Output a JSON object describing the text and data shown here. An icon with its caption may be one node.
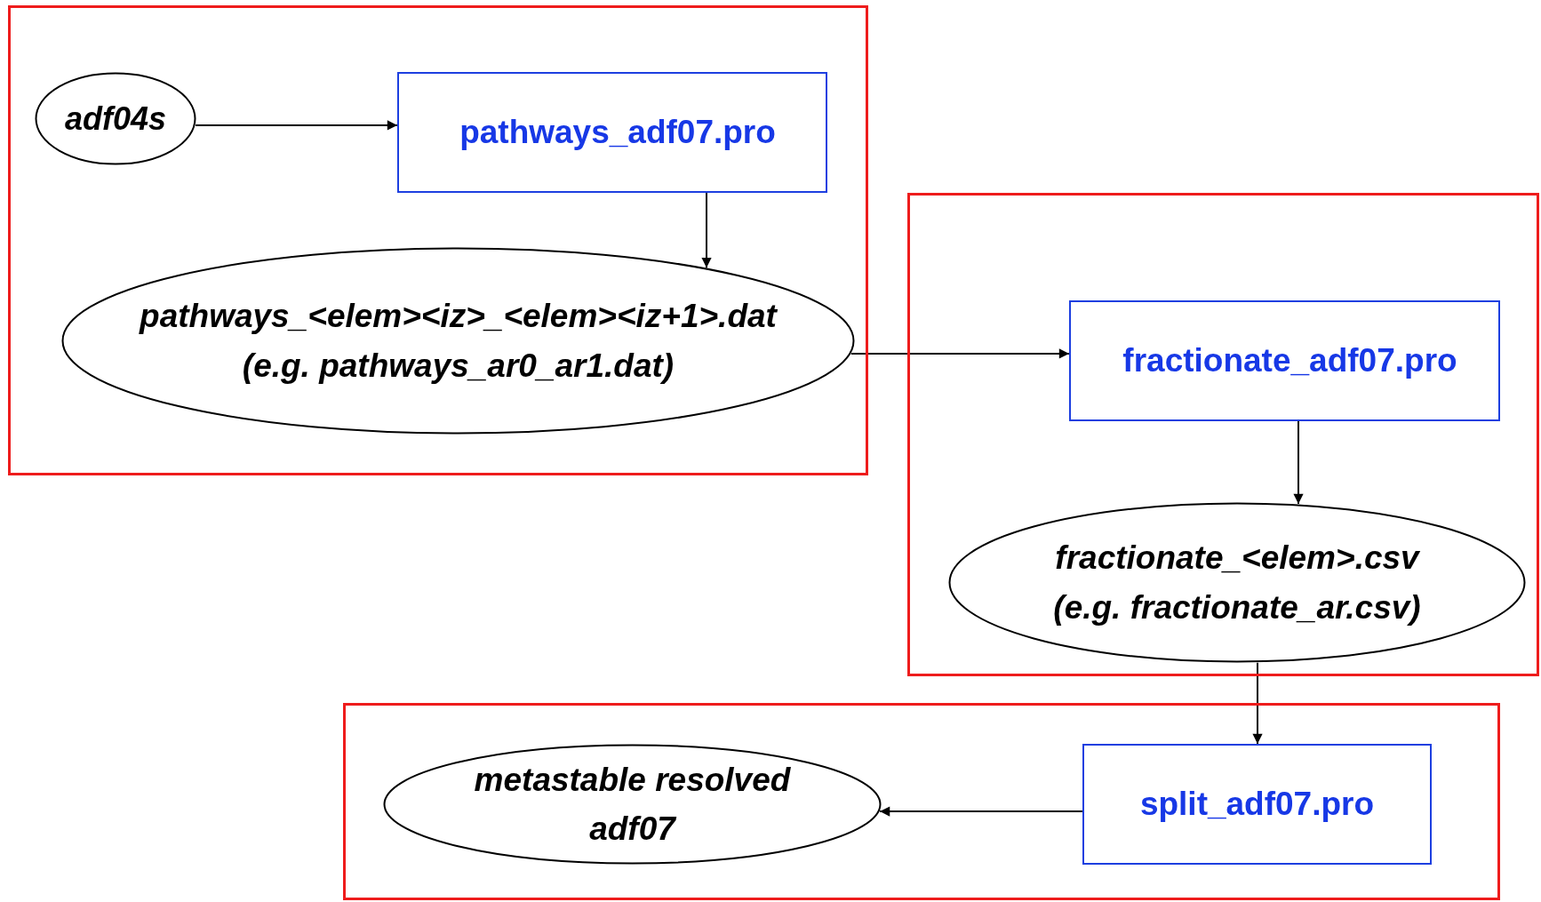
{
  "diagram": {
    "nodes": [
      {
        "text": [],
        "shape": "box"
      },
      {
        "text": [
          "adf04s"
        ],
        "in": 0
      },
      {
        "text": [
          "pathways_adf07.pro"
        ],
        "in": 0
      },
      {
        "text": [
          "pathways_<elem><iz>_<elem><iz+1>.dat",
          "(e.g. pathways_ar0_ar1.dat)"
        ],
        "in": 0
      },
      {
        "text": [],
        "shape": "box"
      },
      {
        "text": [
          "fractionate_adf07.pro"
        ],
        "in": 4
      },
      {
        "text": [
          "fractionate_<elem>.csv",
          "(e.g. fractionate_ar.csv)"
        ],
        "in": 4
      },
      {
        "text": [],
        "shape": "box"
      },
      {
        "text": [
          "split_adf07.pro"
        ],
        "in": 7
      },
      {
        "text": [
          "metastable resolved adf07"
        ],
        "in": 7
      }
    ],
    "edges": [
      {
        "from": 1,
        "to": 2,
        "arrow": "to"
      },
      {
        "from": 2,
        "to": 3,
        "arrow": "to"
      },
      {
        "from": 3,
        "to": 5,
        "arrow": "to"
      },
      {
        "from": 5,
        "to": 6,
        "arrow": "to"
      },
      {
        "from": 6,
        "to": 8,
        "arrow": "to"
      },
      {
        "from": 8,
        "to": 9,
        "arrow": "to"
      }
    ]
  }
}
